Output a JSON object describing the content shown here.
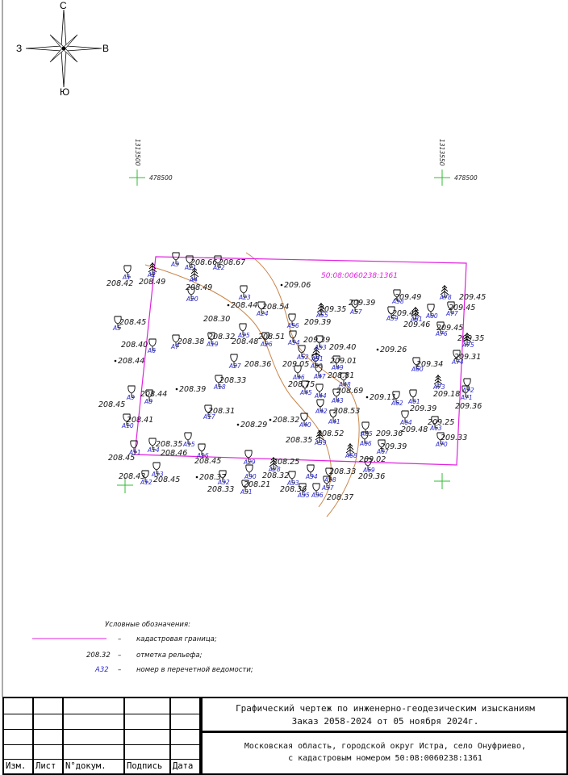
{
  "compass": {
    "north": "С",
    "south": "Ю",
    "west": "З",
    "east": "В"
  },
  "grid_marks": [
    {
      "easting": "478500",
      "northing": "1313500"
    },
    {
      "easting": "478500",
      "northing": "1313550"
    }
  ],
  "cadastral_number_label": "50:08:0060238:1361",
  "elevations": [
    "208.42",
    "208.49",
    "208.66",
    "208.67",
    "208.49",
    "208.44",
    "208.54",
    "209.06",
    "209.35",
    "209.39",
    "209.39",
    "208.30",
    "208.45",
    "208.40",
    "208.38",
    "208.32",
    "208.48",
    "208.51",
    "208.44",
    "208.36",
    "209.39",
    "209.40",
    "209.05",
    "209.01",
    "208.81",
    "208.75",
    "208.69",
    "208.33",
    "208.39",
    "208.44",
    "208.45",
    "208.31",
    "208.41",
    "208.32",
    "208.53",
    "208.29",
    "208.52",
    "208.35",
    "209.11",
    "209.39",
    "209.48",
    "209.25",
    "209.36",
    "209.39",
    "209.33",
    "209.02",
    "209.36",
    "208.35",
    "208.46",
    "208.45",
    "208.45",
    "208.25",
    "208.43",
    "208.45",
    "208.37",
    "208.33",
    "208.21",
    "208.32",
    "208.33",
    "208.36",
    "208.37",
    "209.49",
    "209.45",
    "209.46",
    "209.45",
    "209.45",
    "209.45",
    "209.35",
    "209.26",
    "209.34",
    "209.31",
    "209.18",
    "209.36"
  ],
  "points": [
    "A1",
    "A2",
    "A3",
    "A21",
    "A22",
    "A4",
    "A23",
    "A24",
    "A20",
    "A5",
    "A6",
    "A7",
    "A19",
    "A25",
    "A26",
    "A27",
    "A18",
    "A8",
    "A9",
    "A10",
    "A17",
    "A11",
    "A12",
    "A13",
    "A14",
    "A15",
    "A16",
    "A29",
    "A28",
    "A30",
    "A31",
    "A32",
    "A33",
    "A34",
    "A35",
    "A36",
    "A37",
    "A38",
    "A39",
    "A40",
    "A41",
    "A42",
    "A43",
    "A44",
    "A45",
    "A46",
    "A47",
    "A48",
    "A49",
    "A50",
    "A51",
    "A52",
    "A53",
    "A54",
    "A55",
    "A56",
    "A57",
    "A58",
    "A59",
    "A60",
    "A61",
    "A62",
    "A63",
    "A64",
    "A65",
    "A66",
    "A67",
    "A68",
    "A69",
    "A70",
    "A71",
    "A72",
    "A73",
    "A74",
    "A75",
    "A76",
    "A77",
    "A78",
    "A80",
    "A81"
  ],
  "legend": {
    "title": "Условные обозначения:",
    "dash": "–",
    "boundary_label": "кадастровая граница;",
    "elev_sample": "208.32",
    "elev_label": "отметка рельефа;",
    "point_sample": "A32",
    "point_label": "номер в перечетной ведомости;"
  },
  "title_block": {
    "headers": [
      "Изм.",
      "Лист",
      "N°докум.",
      "Подпись",
      "Дата"
    ],
    "title_line1": "Графический чертеж по инженерно-геодезическим  изысканиям",
    "title_line2": "Заказ 2058-2024 от 05 ноября 2024г.",
    "address_line1": "Московская область, городской округ Истра, село Онуфриево,",
    "address_line2": "с кадастровым номером 50:08:0060238:1361"
  },
  "colors": {
    "boundary": "#e020e0",
    "point_label": "#2a2ad0",
    "relief_line": "#c8864a",
    "grid_cross": "#33bb33"
  }
}
